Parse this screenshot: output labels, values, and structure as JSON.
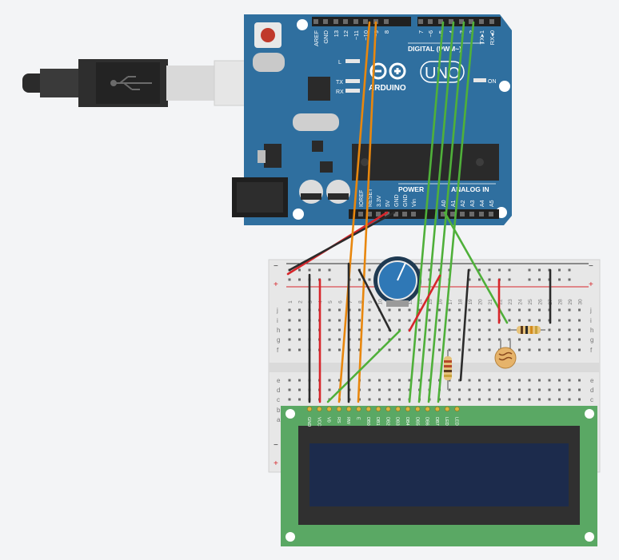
{
  "arduino": {
    "header_top": [
      "AREF",
      "GND",
      "13",
      "12",
      "~11",
      "~10",
      "~9",
      "8",
      "7",
      "~6",
      "~5",
      "4",
      "~3",
      "2",
      "TX▸1",
      "RX◂0"
    ],
    "digital_label": "DIGITAL (PWM~)",
    "logo_text": "ARDUINO",
    "uno_text": "UNO",
    "led_labels": {
      "l": "L",
      "tx": "TX",
      "rx": "RX",
      "on": "ON"
    },
    "power_label": "POWER",
    "analog_label": "ANALOG IN",
    "header_bottom": [
      "IOREF",
      "RESET",
      "3.3V",
      "5V",
      "GND",
      "GND",
      "Vin",
      "A0",
      "A1",
      "A2",
      "A3",
      "A4",
      "A5"
    ]
  },
  "breadboard": {
    "rail_minus": "−",
    "rail_plus": "+",
    "top_rows": [
      "j",
      "i",
      "h",
      "g",
      "f"
    ],
    "bottom_rows": [
      "e",
      "d",
      "c",
      "b",
      "a"
    ],
    "columns": [
      "1",
      "2",
      "3",
      "4",
      "5",
      "6",
      "7",
      "8",
      "9",
      "10",
      "11",
      "12",
      "13",
      "14",
      "15",
      "16",
      "17",
      "18",
      "19",
      "20",
      "21",
      "22",
      "23",
      "24",
      "25",
      "26",
      "27",
      "28",
      "29",
      "30"
    ]
  },
  "lcd": {
    "pins": [
      "GND",
      "VCC",
      "V0",
      "RS",
      "RW",
      "E",
      "DB0",
      "DB1",
      "DB2",
      "DB3",
      "DB4",
      "DB5",
      "DB6",
      "DB7",
      "LED",
      "LED"
    ]
  },
  "colors": {
    "board_blue": "#2f6f9f",
    "wire_red": "#d7262b",
    "wire_black": "#2b2b2b",
    "wire_orange": "#e8870e",
    "wire_green": "#4fb03a",
    "lcd_pcb": "#5aa864",
    "lcd_screen": "#1c2b4c",
    "breadboard": "#e7e7e7"
  }
}
